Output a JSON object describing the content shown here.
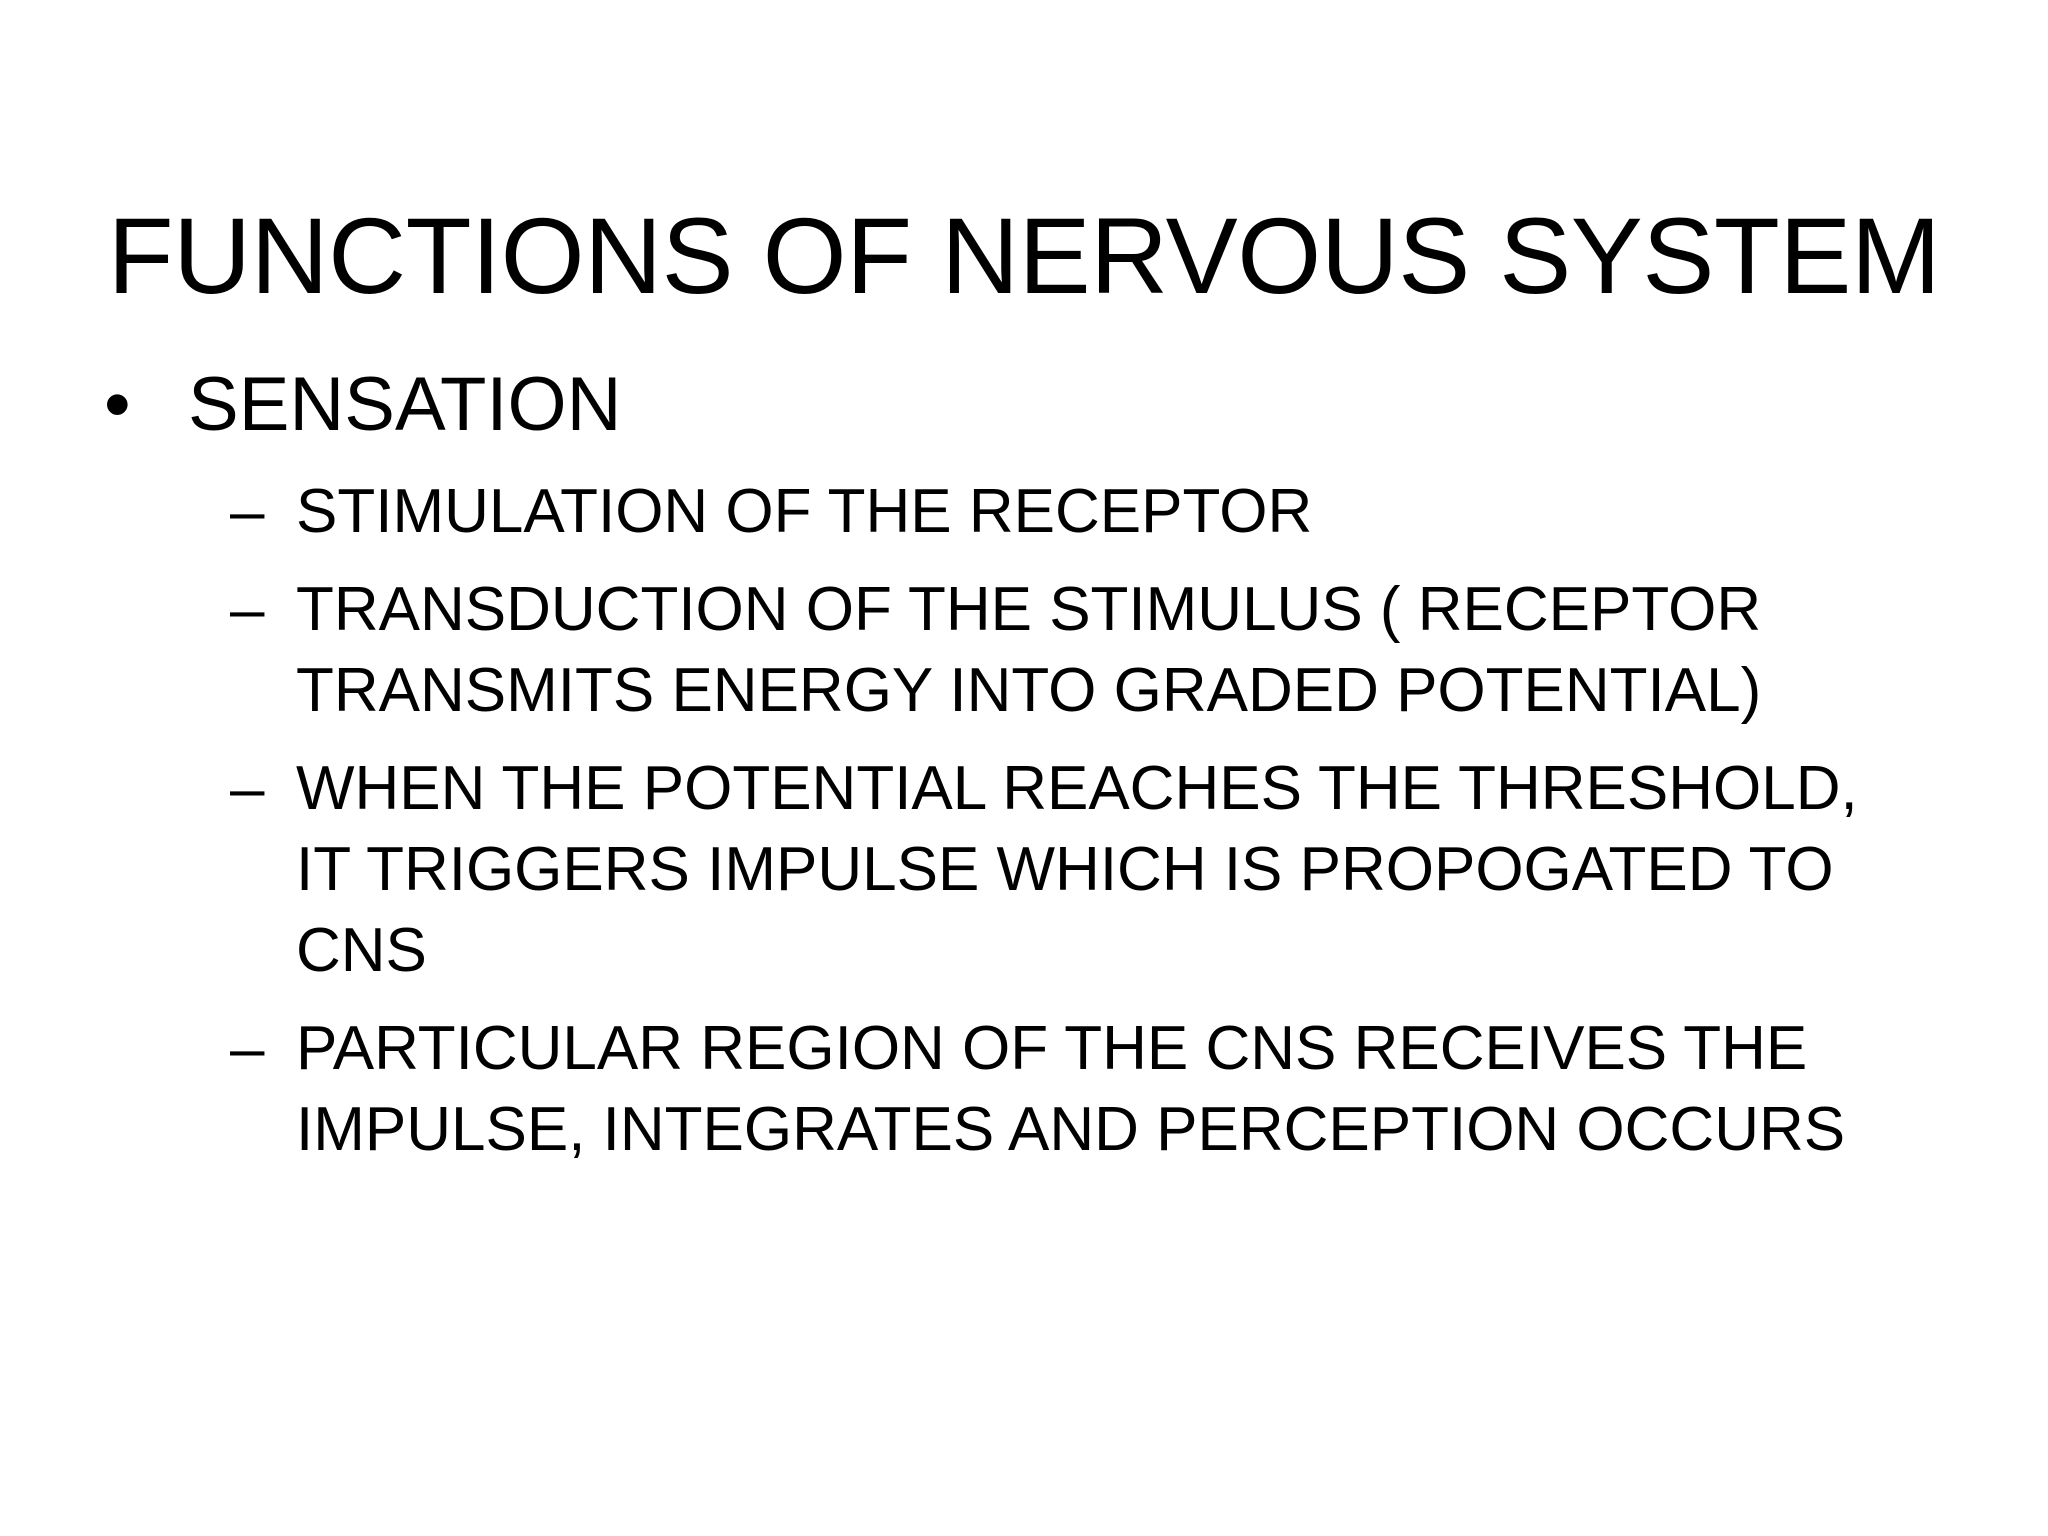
{
  "slide": {
    "background_color": "#FFFFFF",
    "text_color": "#000000",
    "title": "FUNCTIONS OF NERVOUS SYSTEM",
    "content": {
      "level1": {
        "marker": "•",
        "marker_name": "round-bullet",
        "text": "SENSATION"
      },
      "level2_marker": "–",
      "level2_marker_name": "en-dash-bullet",
      "level2_items": [
        "STIMULATION OF THE RECEPTOR",
        "TRANSDUCTION OF THE STIMULUS ( RECEPTOR TRANSMITS ENERGY INTO GRADED POTENTIAL)",
        "WHEN THE POTENTIAL REACHES THE THRESHOLD, IT TRIGGERS IMPULSE WHICH IS PROPOGATED TO CNS",
        "PARTICULAR REGION OF THE CNS RECEIVES THE IMPULSE, INTEGRATES AND PERCEPTION OCCURS"
      ]
    }
  }
}
